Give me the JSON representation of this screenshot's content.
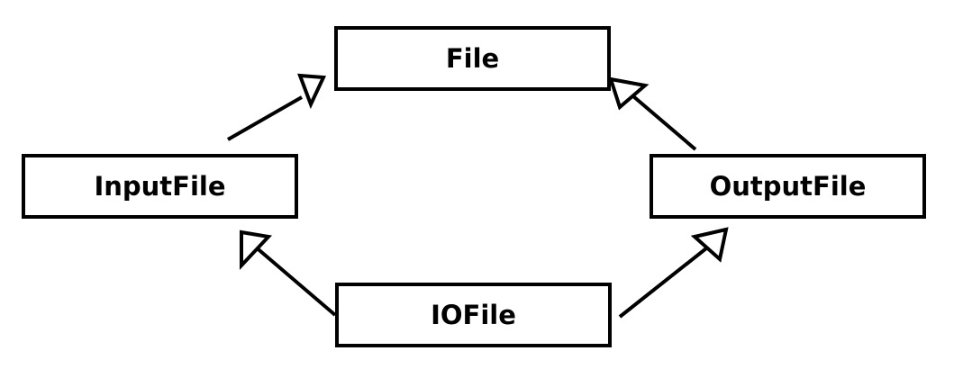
{
  "nodes": {
    "file": "File",
    "input_file": "InputFile",
    "output_file": "OutputFile",
    "io_file": "IOFile"
  },
  "edges": [
    {
      "from": "InputFile",
      "to": "File",
      "kind": "inheritance"
    },
    {
      "from": "OutputFile",
      "to": "File",
      "kind": "inheritance"
    },
    {
      "from": "IOFile",
      "to": "InputFile",
      "kind": "inheritance"
    },
    {
      "from": "IOFile",
      "to": "OutputFile",
      "kind": "inheritance"
    }
  ],
  "colors": {
    "stroke": "#000000",
    "background": "#ffffff"
  }
}
